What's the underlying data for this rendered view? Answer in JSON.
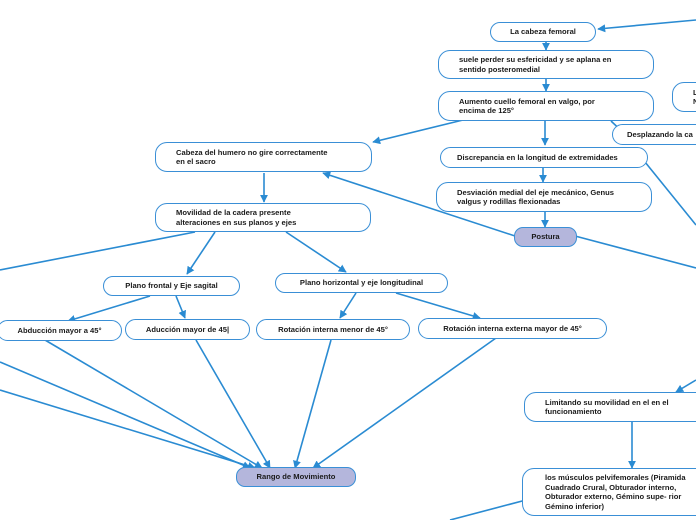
{
  "colors": {
    "edge": "#2a8bd2",
    "node_border": "#3a8fd6",
    "hub_fill": "#b4b6dc"
  },
  "nodes": {
    "cabeza_femoral": "La cabeza femoral",
    "esfericidad": "suele perder su esfericidad y se aplana en\nsentido posteromedial",
    "aumento_cuello": "Aumento  cuello femoral en valgo, por\nencima de 125°",
    "cabeza_humero": "Cabeza del humero no gire correctamente\nen el sacro",
    "desplazando": "Desplazando la ca",
    "discrepancia": "Discrepancia en la longitud de extremidades",
    "desviacion": "Desviación medial del eje mecánico, Genus\nvalgus y rodillas flexionadas",
    "postura": "Postura",
    "movilidad_cadera": "Movilidad de la cadera presente\nalteraciones en sus planos y ejes",
    "plano_frontal": "Plano frontal y Eje sagital",
    "plano_horizontal": "Plano horizontal y eje longitudinal",
    "abduccion": "Abducción mayor a 45°",
    "aduccion": "Aducción mayor de 45|",
    "rotacion_interna": "Rotación interna menor de 45°",
    "rotacion_externa": "Rotación interna externa mayor  de 45°",
    "limitando": "Limitando su movilidad en el en el\nfuncionamiento",
    "musculos": "los músculos pelvifemorales (Piramida\nCuadrado Crural, Obturador interno,\nObturador externo, Gémino supe- rior\nGémino inferior)",
    "rango": "Rango de Movimiento",
    "edge_partial": "L\nN"
  }
}
